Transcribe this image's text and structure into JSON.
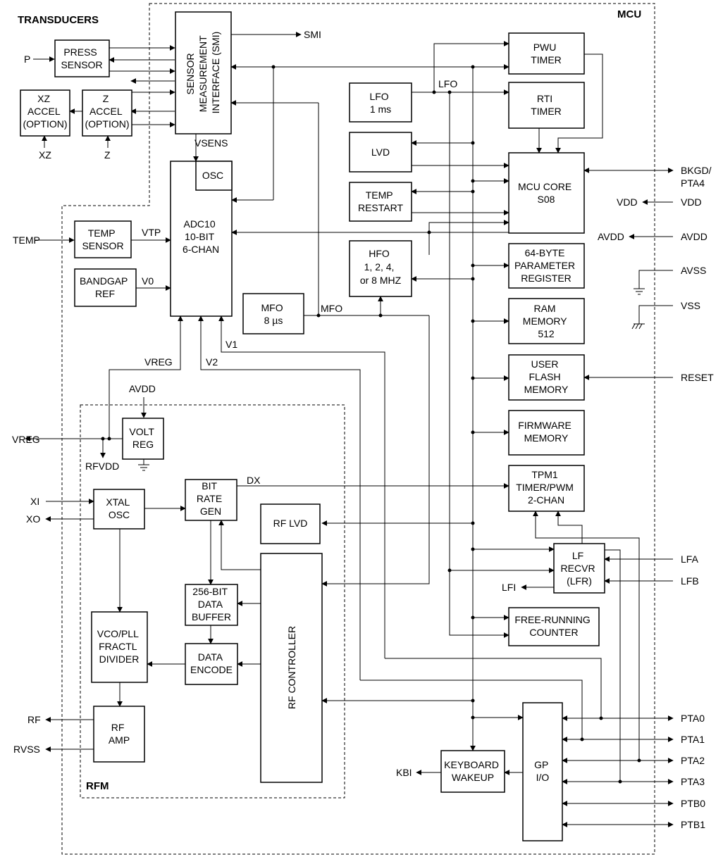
{
  "regions": {
    "transducers": "TRANSDUCERS",
    "mcu": "MCU",
    "rfm": "RFM"
  },
  "blocks": {
    "press_sensor": [
      "PRESS",
      "SENSOR"
    ],
    "xz_accel": [
      "XZ",
      "ACCEL",
      "(OPTION)"
    ],
    "z_accel": [
      "Z",
      "ACCEL",
      "(OPTION)"
    ],
    "smi": [
      "SENSOR",
      "MEASUREMENT",
      "INTERFACE (SMI)"
    ],
    "osc": [
      "OSC"
    ],
    "adc": [
      "ADC10",
      "10-BIT",
      "6-CHAN"
    ],
    "temp_sensor": [
      "TEMP",
      "SENSOR"
    ],
    "bandgap_ref": [
      "BANDGAP",
      "REF"
    ],
    "lfo": [
      "LFO",
      "1 ms"
    ],
    "lvd": [
      "LVD"
    ],
    "temp_restart": [
      "TEMP",
      "RESTART"
    ],
    "hfo": [
      "HFO",
      "1, 2, 4,",
      "or 8 MHZ"
    ],
    "mfo": [
      "MFO",
      "8 µs"
    ],
    "pwu_timer": [
      "PWU",
      "TIMER"
    ],
    "rti_timer": [
      "RTI",
      "TIMER"
    ],
    "mcu_core": [
      "MCU CORE",
      "S08"
    ],
    "param_reg": [
      "64-BYTE",
      "PARAMETER",
      "REGISTER"
    ],
    "ram": [
      "RAM",
      "MEMORY",
      "512"
    ],
    "user_flash": [
      "USER",
      "FLASH",
      "MEMORY"
    ],
    "firmware": [
      "FIRMWARE",
      "MEMORY"
    ],
    "tpm1": [
      "TPM1",
      "TIMER/PWM",
      "2-CHAN"
    ],
    "lf_recvr": [
      "LF",
      "RECVR",
      "(LFR)"
    ],
    "free_running": [
      "FREE-RUNNING",
      "COUNTER"
    ],
    "keyboard_wakeup": [
      "KEYBOARD",
      "WAKEUP"
    ],
    "gpio": [
      "GP",
      "I/O"
    ],
    "volt_reg": [
      "VOLT",
      "REG"
    ],
    "xtal_osc": [
      "XTAL",
      "OSC"
    ],
    "bit_rate_gen": [
      "BIT",
      "RATE",
      "GEN"
    ],
    "rf_lvd": [
      "RF LVD"
    ],
    "data_buffer": [
      "256-BIT",
      "DATA",
      "BUFFER"
    ],
    "vco_pll": [
      "VCO/PLL",
      "FRACTL",
      "DIVIDER"
    ],
    "data_encode": [
      "DATA",
      "ENCODE"
    ],
    "rf_amp": [
      "RF",
      "AMP"
    ],
    "rf_controller": "RF CONTROLLER"
  },
  "signals": {
    "p": "P",
    "xz": "XZ",
    "z": "Z",
    "smi": "SMI",
    "vsens": "VSENS",
    "temp": "TEMP",
    "vtp": "VTP",
    "v0": "V0",
    "lfo": "LFO",
    "mfo": "MFO",
    "v1": "V1",
    "v2": "V2",
    "vreg": "VREG",
    "avdd": "AVDD",
    "vreg_out": "VREG",
    "rfvdd": "RFVDD",
    "dx": "DX",
    "xi": "XI",
    "xo": "XO",
    "rf": "RF",
    "rvss": "RVSS",
    "lfi": "LFI",
    "kbi": "KBI"
  },
  "pins": {
    "bkgd": "BKGD/",
    "pta4": "PTA4",
    "vdd_left": "VDD",
    "vdd_right": "VDD",
    "avdd_left": "AVDD",
    "avdd_right": "AVDD",
    "avss": "AVSS",
    "vss": "VSS",
    "reset": "RESET",
    "lfa": "LFA",
    "lfb": "LFB",
    "pta0": "PTA0",
    "pta1": "PTA1",
    "pta2": "PTA2",
    "pta3": "PTA3",
    "ptb0": "PTB0",
    "ptb1": "PTB1"
  }
}
